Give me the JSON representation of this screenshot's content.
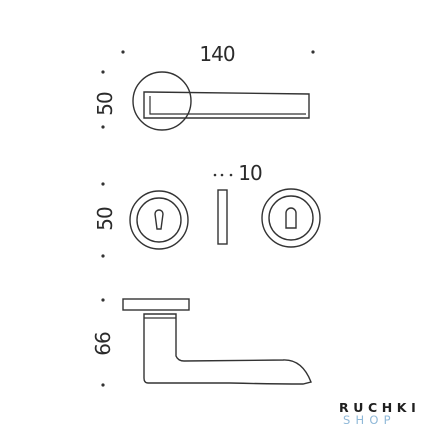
{
  "dimensions": {
    "width_top": "140",
    "rose_height": "50",
    "escutcheon_height": "50",
    "thickness": "10",
    "lever_height": "66"
  },
  "brand": {
    "line1": "RUCHKI",
    "line2": "SHOP",
    "line1_color": "#1f1f1f",
    "line2_color": "#8fb8d8"
  },
  "colors": {
    "stroke": "#333333",
    "background": "#ffffff"
  }
}
